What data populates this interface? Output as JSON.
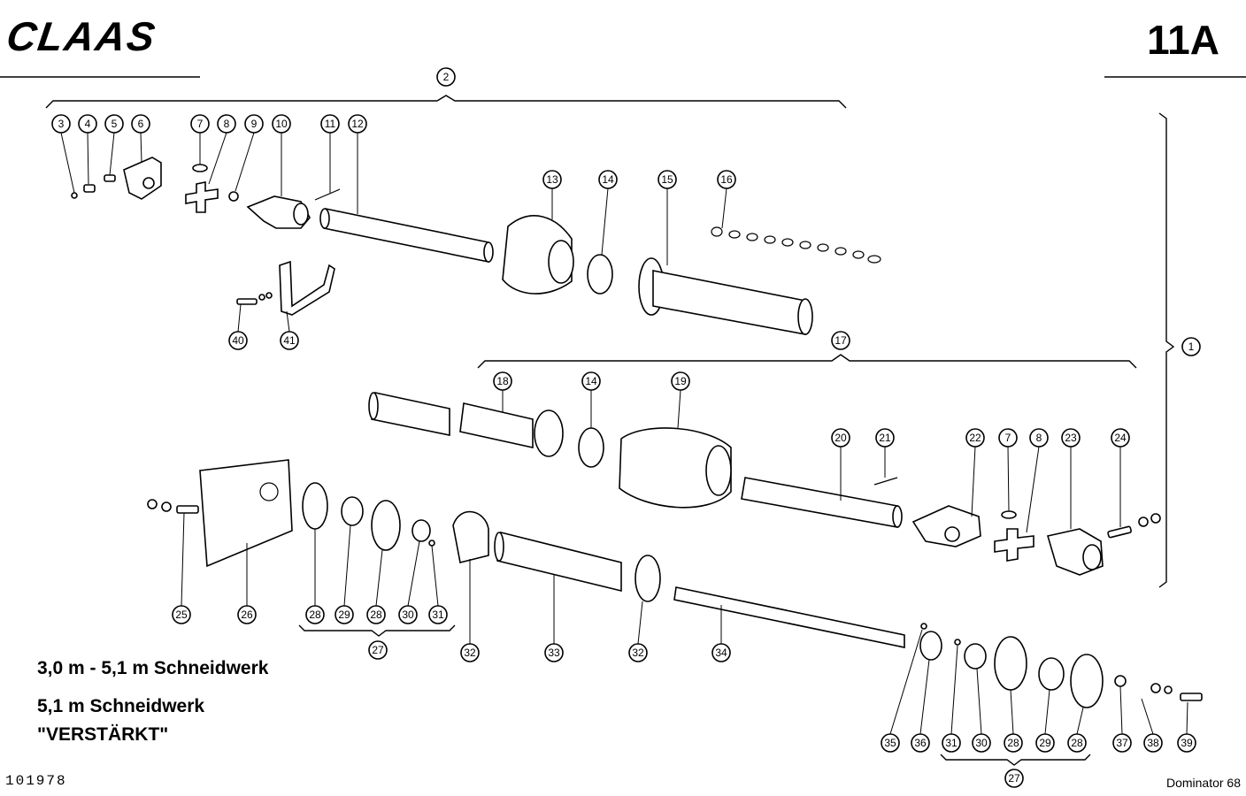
{
  "header": {
    "logo_text": "CLAAS",
    "page_code": "11A"
  },
  "captions": {
    "line1": "3,0 m - 5,1 m Schneidwerk",
    "line2": "5,1 m Schneidwerk",
    "line3": "\"VERSTÄRKT\""
  },
  "footer": {
    "doc_number": "101978",
    "model": "Dominator 68"
  },
  "callouts": [
    "1",
    "2",
    "3",
    "4",
    "5",
    "6",
    "7",
    "8",
    "9",
    "10",
    "11",
    "12",
    "13",
    "14",
    "15",
    "16",
    "17",
    "18",
    "14",
    "19",
    "20",
    "21",
    "22",
    "7",
    "8",
    "23",
    "24",
    "25",
    "26",
    "28",
    "29",
    "28",
    "30",
    "31",
    "27",
    "32",
    "33",
    "32",
    "34",
    "35",
    "36",
    "31",
    "30",
    "28",
    "29",
    "28",
    "27",
    "37",
    "38",
    "39",
    "40",
    "41"
  ]
}
